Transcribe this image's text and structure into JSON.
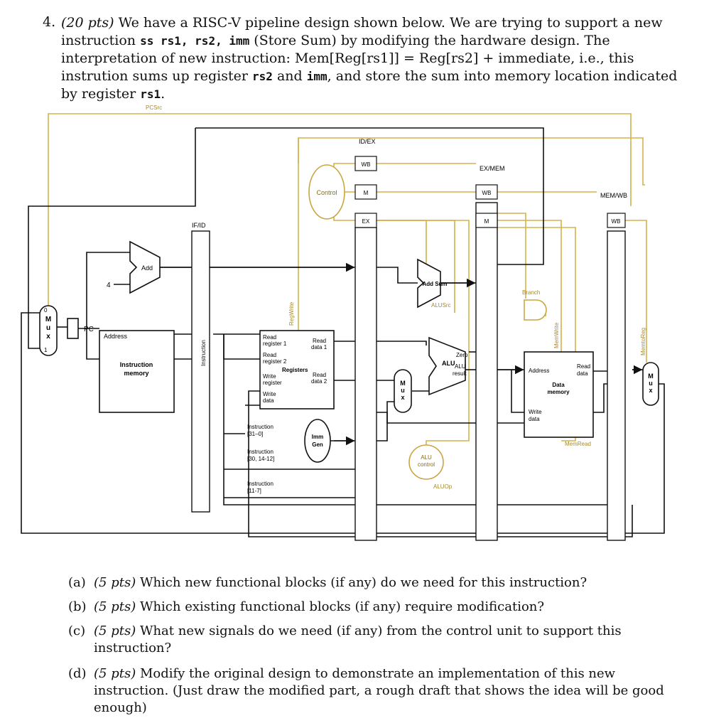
{
  "question": {
    "number": "4.",
    "points": "(20 pts)",
    "intro_1": "We have a RISC-V pipeline design shown below. We are trying to support a new instruction",
    "instr_syntax": "ss rs1, rs2, imm",
    "intro_2": "(Store Sum) by modifying the hardware design. The interpretation of new instruction: Mem[Reg[rs1]] = Reg[rs2] + immediate, i.e., this instrution sums up register",
    "reg_rs2": "rs2",
    "and_word": "and",
    "imm_word": "imm",
    "intro_3": ", and store the sum into memory location indicated by register",
    "reg_rs1": "rs1",
    "period": "."
  },
  "diagram": {
    "control_colors": {
      "control_line": "#d4b24a",
      "data_line": "#111111"
    },
    "pipeline_regs": [
      "IF/ID",
      "ID/EX",
      "EX/MEM",
      "MEM/WB"
    ],
    "stage_fields": {
      "wb": "WB",
      "m": "M",
      "ex": "EX"
    },
    "blocks": {
      "pc": "PC",
      "add": "Add",
      "four": "4",
      "instr_mem": [
        "Instruction",
        "memory"
      ],
      "address": "Address",
      "control": "Control",
      "registers": "Registers",
      "read_reg1": "Read",
      "read_reg1b": "register 1",
      "read_reg2": "Read",
      "read_reg2b": "register 2",
      "write_reg": "Write",
      "write_regb": "register",
      "write_data": "Write",
      "write_datab": "data",
      "read_data1": "Read",
      "read_data1b": "data 1",
      "read_data2": "Read",
      "read_data2b": "data 2",
      "imm_gen": [
        "Imm",
        "Gen"
      ],
      "add_sum": "Add Sum",
      "alu": "ALU",
      "alu_result": [
        "ALU",
        "result"
      ],
      "zero": "Zero",
      "alu_control": [
        "ALU",
        "control"
      ],
      "data_mem_address": "Address",
      "data_mem": [
        "Data",
        "memory"
      ],
      "read_data": [
        "Read",
        "data"
      ],
      "dm_write_data": [
        "Write",
        "data"
      ],
      "mux": [
        "M",
        "u",
        "x"
      ],
      "branch_and": "Branch"
    },
    "signals": {
      "pcsrc": "PCSrc",
      "regwrite": "RegWrite",
      "instruction": "Instruction",
      "alusrc": "ALUSrc",
      "aluop": "ALUOp",
      "branch": "Branch",
      "memwrite": "MemWrite",
      "memread": "MemRead",
      "memtoreg": "MemtoReg"
    },
    "instr_fields": {
      "f1a": "Instruction",
      "f1b": "[31–0]",
      "f2a": "Instruction",
      "f2b": "[30, 14-12]",
      "f3a": "Instruction",
      "f3b": "[11-7]"
    },
    "mux_inputs": {
      "zero": "0",
      "one": "1"
    }
  },
  "parts": [
    {
      "label": "(a)",
      "points": "(5 pts)",
      "text": "Which new functional blocks (if any) do we need for this instruction?"
    },
    {
      "label": "(b)",
      "points": "(5 pts)",
      "text": "Which existing functional blocks (if any) require modification?"
    },
    {
      "label": "(c)",
      "points": "(5 pts)",
      "text": "What new signals do we need (if any) from the control unit to support this instruction?"
    },
    {
      "label": "(d)",
      "points": "(5 pts)",
      "text": "Modify the original design to demonstrate an implementation of this new instruction. (Just draw the modified part, a rough draft that shows the idea will be good enough)"
    }
  ]
}
